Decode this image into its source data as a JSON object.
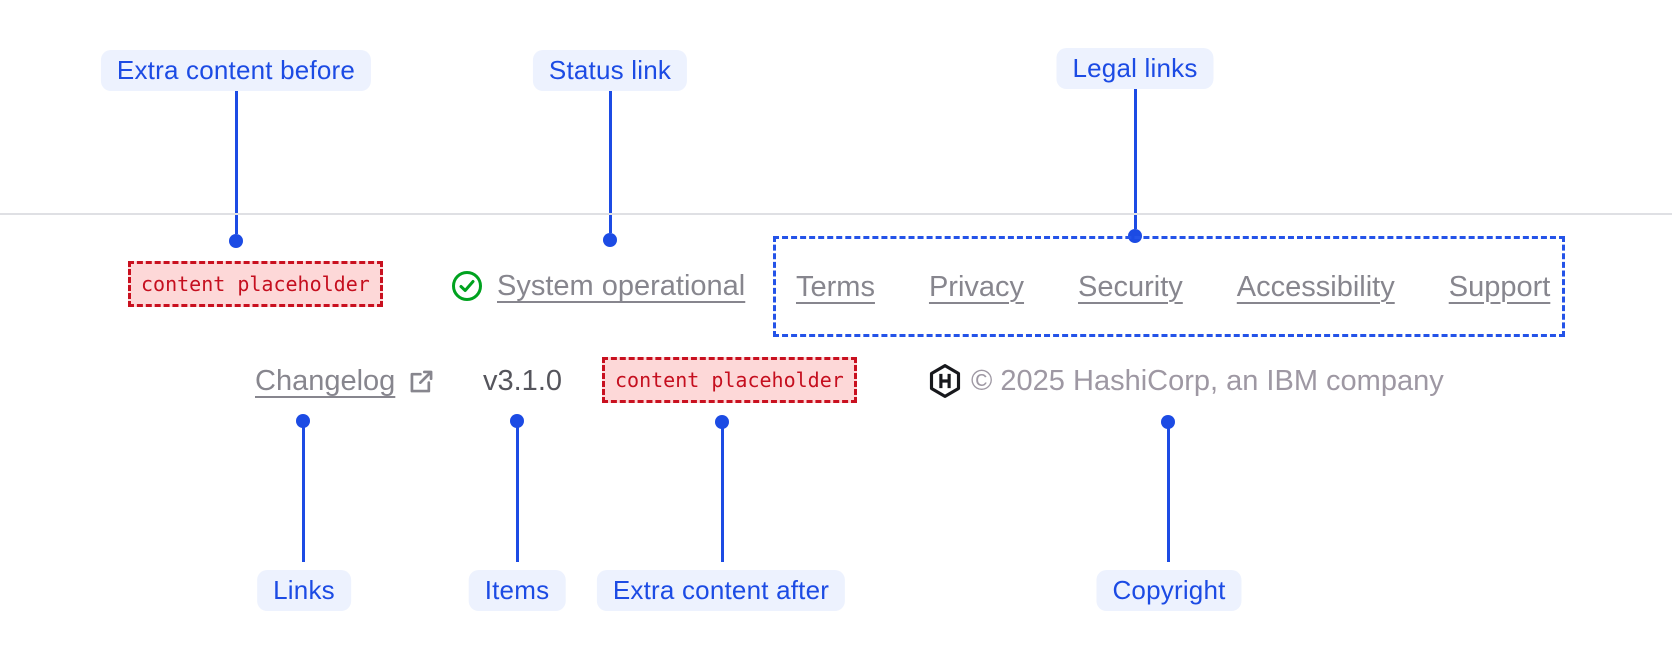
{
  "annotations": {
    "extra_content_before": "Extra content before",
    "status_link": "Status link",
    "legal_links": "Legal links",
    "links": "Links",
    "items": "Items",
    "extra_content_after": "Extra content after",
    "copyright": "Copyright"
  },
  "footer": {
    "extra_content_before_placeholder": "content placeholder",
    "status": {
      "icon": "check-circle-icon",
      "label": "System operational"
    },
    "legal_links": [
      "Terms",
      "Privacy",
      "Security",
      "Accessibility",
      "Support"
    ],
    "links": [
      {
        "label": "Changelog",
        "icon": "external-link-icon"
      }
    ],
    "version": "v3.1.0",
    "extra_content_after_placeholder": "content placeholder",
    "logo": "hashicorp-logo",
    "copyright": "© 2025 HashiCorp, an IBM company"
  },
  "colors": {
    "background": "#ffffff",
    "accent_blue": "#1c4be4",
    "accent_blue2": "#2453e8",
    "label_bg": "#edf2fe",
    "red_text": "#c50f1f",
    "red_border": "#c9101f",
    "red_bg": "#fdd8d8",
    "green": "#00a21f",
    "muted_link": "#87868e",
    "muted_text": "#55555c",
    "muted_copyright": "#9e98a3",
    "logo_dark": "#17181c",
    "divider": "#dfe0e4"
  }
}
